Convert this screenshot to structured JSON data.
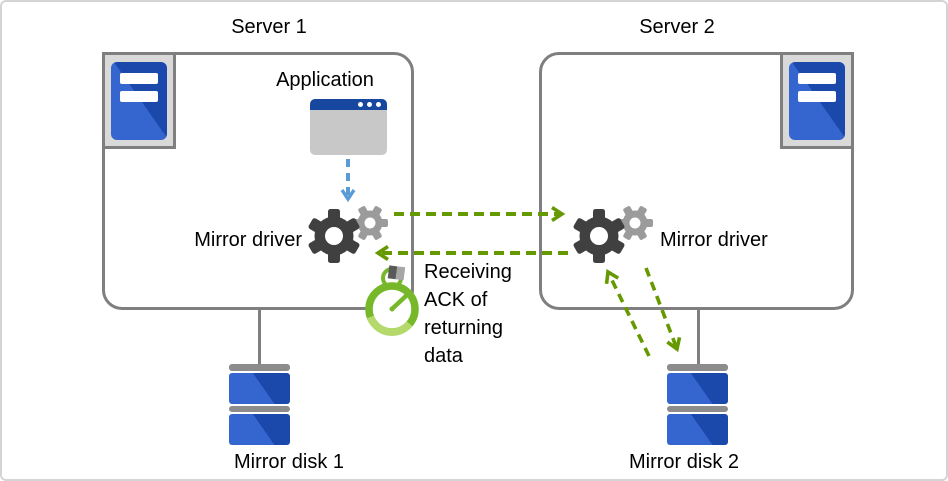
{
  "servers": [
    {
      "title": "Server 1",
      "application_label": "Application",
      "driver_label": "Mirror driver",
      "disk_label": "Mirror disk 1"
    },
    {
      "title": "Server 2",
      "driver_label": "Mirror driver",
      "disk_label": "Mirror disk 2"
    }
  ],
  "annotation": {
    "stopwatch_label": "Receiving ACK of returning data"
  },
  "flows": [
    {
      "name": "app-to-driver1",
      "style": "dashed",
      "color": "blue",
      "from": "Application",
      "to": "Mirror driver (Server 1)"
    },
    {
      "name": "driver1-to-driver2",
      "style": "dashed",
      "color": "green",
      "from": "Mirror driver (Server 1)",
      "to": "Mirror driver (Server 2)"
    },
    {
      "name": "driver2-ack-to-driver1",
      "style": "dashed",
      "color": "green",
      "from": "Mirror driver (Server 2)",
      "to": "Mirror driver (Server 1)"
    },
    {
      "name": "driver2-to-disk2",
      "style": "dashed",
      "color": "green",
      "from": "Mirror driver (Server 2)",
      "to": "Mirror disk 2"
    },
    {
      "name": "disk2-ack-to-driver2",
      "style": "dashed",
      "color": "green",
      "from": "Mirror disk 2",
      "to": "Mirror driver (Server 2)"
    }
  ],
  "icons": {
    "server_badge": "server-tower-icon",
    "application": "app-window-icon",
    "mirror_driver": "gears-icon",
    "timer": "stopwatch-icon",
    "mirror_disk": "disk-stack-icon"
  },
  "colors": {
    "frame_border": "#d4d4d4",
    "box_border": "#7f7f7f",
    "panel_gray": "#d9d9d9",
    "arrow_green": "#669900",
    "arrow_blue": "#5b9bd5",
    "gear_dark": "#404040",
    "gear_light": "#9b9b9b",
    "stopwatch_green": "#76b82a",
    "stopwatch_light": "#b5d96b",
    "watch_button_dark": "#595959",
    "watch_button_light": "#a6a6a6",
    "tower_blue_light": "#3565cf",
    "tower_blue_dark": "#1b48ab",
    "window_titlebar": "#17479e",
    "window_body": "#c8c8c8",
    "disk_gray": "#8c8c8c"
  }
}
